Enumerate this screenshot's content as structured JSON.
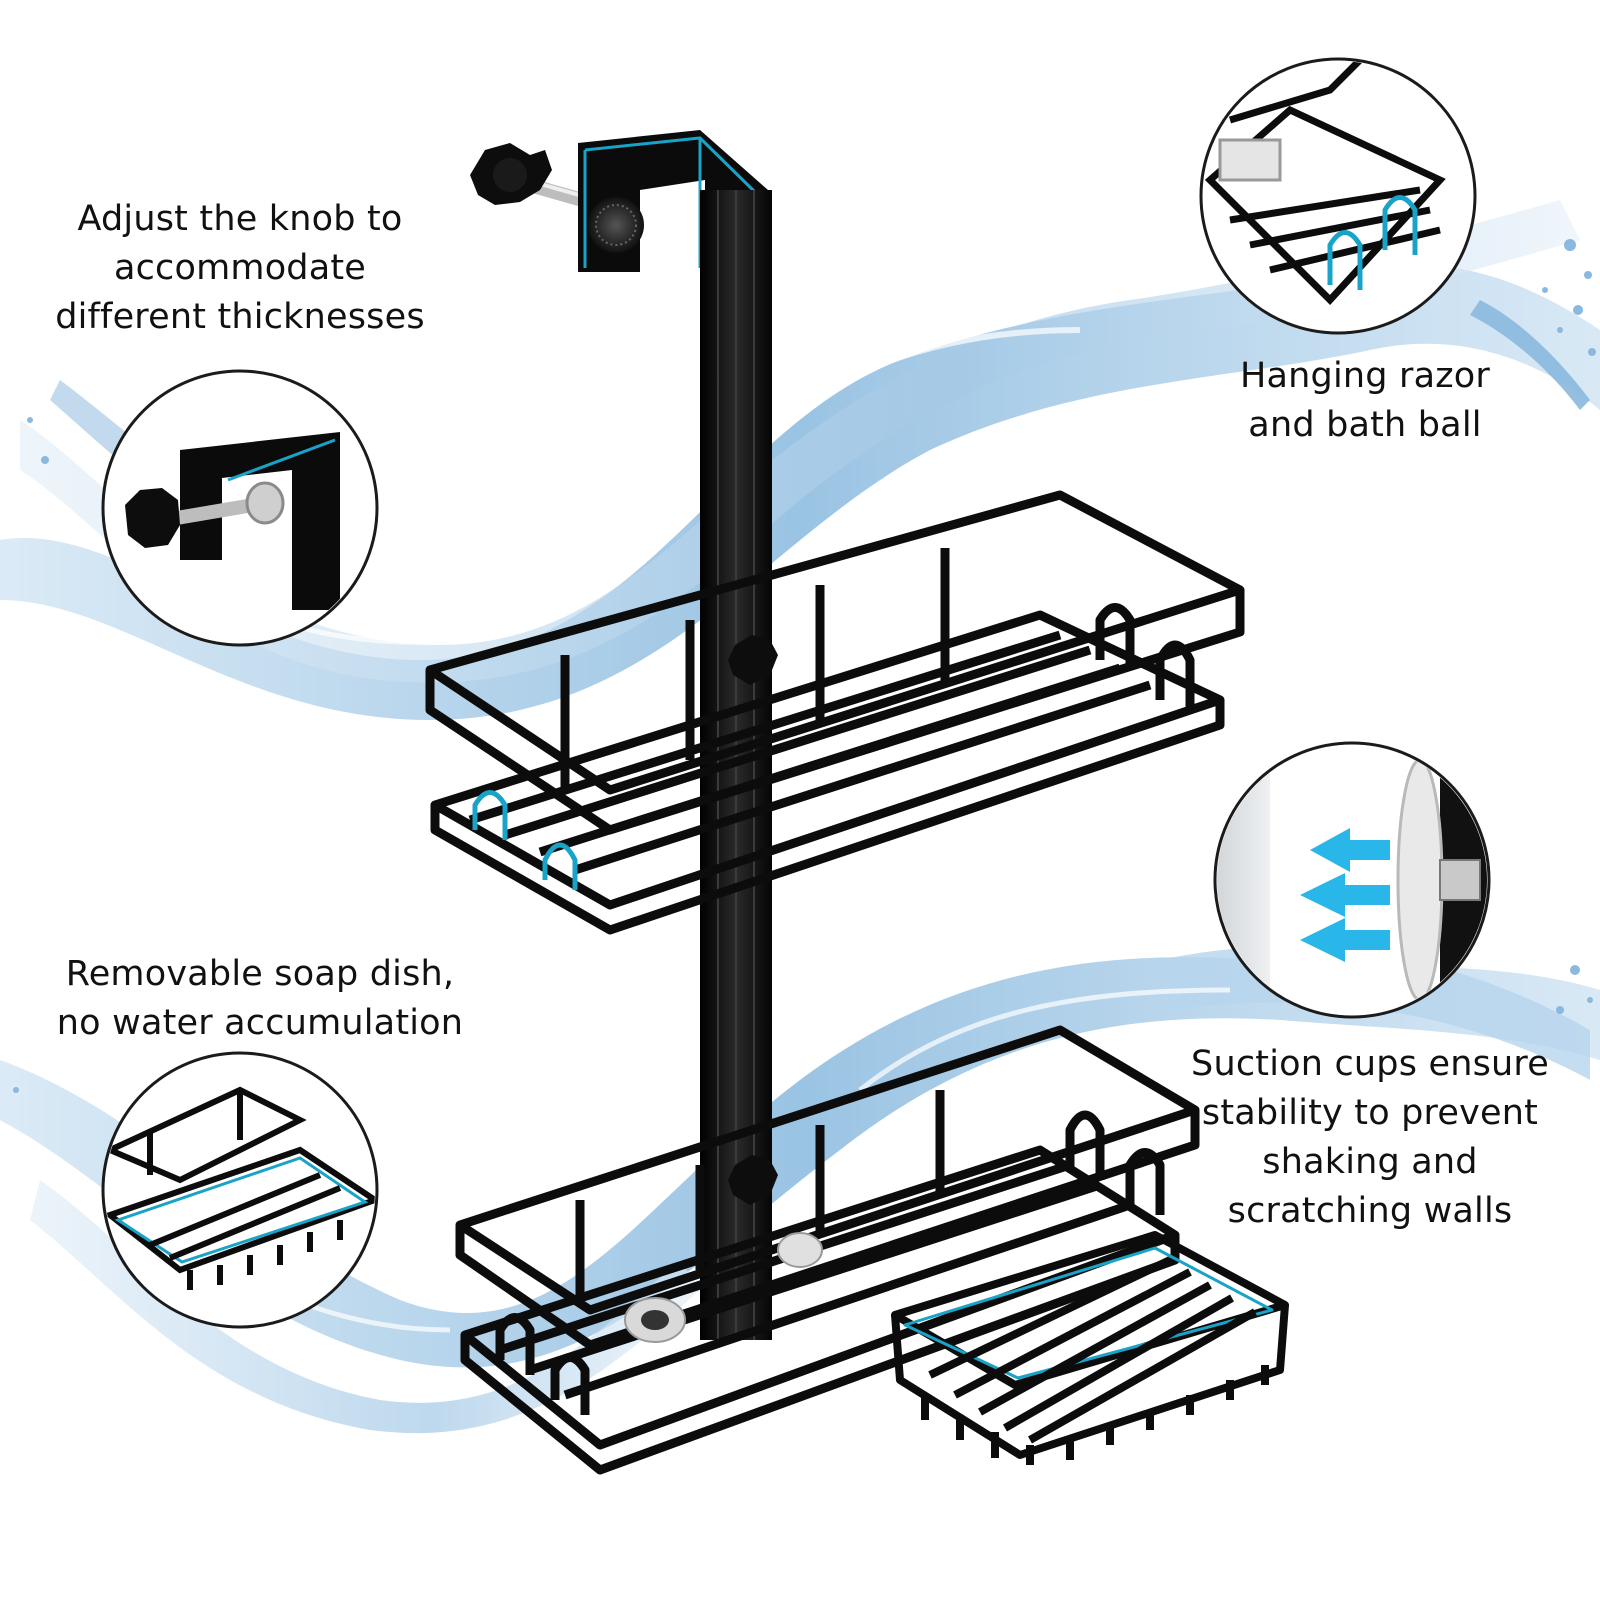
{
  "features": {
    "knob": {
      "line1": "Adjust the knob to",
      "line2": "accommodate",
      "line3": "different thicknesses"
    },
    "razor": {
      "line1": "Hanging razor",
      "line2": "and bath ball"
    },
    "soap": {
      "line1": "Removable soap dish,",
      "line2": "no water accumulation"
    },
    "suction": {
      "line1": "Suction cups ensure",
      "line2": "stability to prevent",
      "line3": "shaking and",
      "line4": "scratching walls"
    }
  },
  "colors": {
    "metal": "#0c0c0c",
    "highlight": "#1aa3c8",
    "water": "#9cc4e2",
    "arrow": "#29b6e8"
  }
}
